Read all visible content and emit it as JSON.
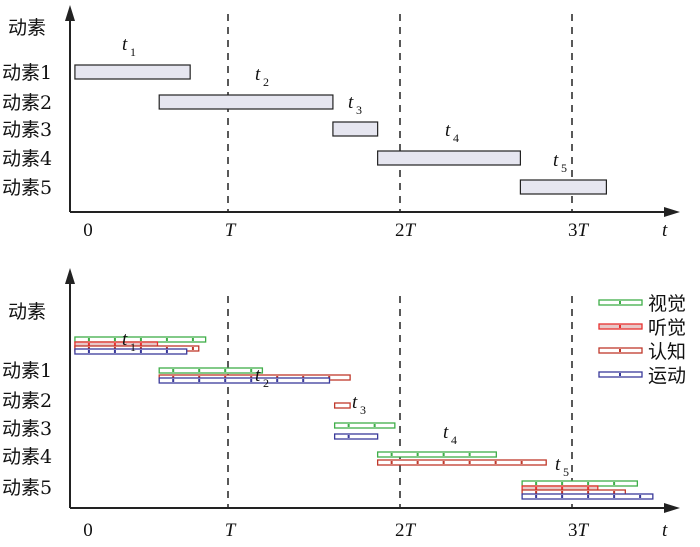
{
  "y_label": "动素",
  "x_label": "t",
  "ticks": [
    "0",
    "T",
    "2T",
    "3T"
  ],
  "tick_values": [
    0,
    1,
    2,
    3
  ],
  "rows": [
    "动素1",
    "动素2",
    "动素3",
    "动素4",
    "动素5"
  ],
  "durations": [
    {
      "base": "t",
      "sub": "1"
    },
    {
      "base": "t",
      "sub": "2"
    },
    {
      "base": "t",
      "sub": "3"
    },
    {
      "base": "t",
      "sub": "4"
    },
    {
      "base": "t",
      "sub": "5"
    }
  ],
  "legend": [
    {
      "label": "视觉",
      "color": "#3fae49"
    },
    {
      "label": "听觉",
      "color": "#e8312f"
    },
    {
      "label": "认知",
      "color": "#c0392b"
    },
    {
      "label": "运动",
      "color": "#3a3a9a"
    }
  ],
  "top_chart": {
    "bar_color": "#e6e6f0",
    "bars": [
      [
        0.11,
        0.78
      ],
      [
        0.6,
        1.61
      ],
      [
        1.61,
        1.87
      ],
      [
        1.87,
        2.7
      ],
      [
        2.7,
        3.2
      ]
    ]
  },
  "bottom_chart": {
    "bars": [
      [
        {
          "ch": 0,
          "t": [
            0.11,
            0.87
          ]
        },
        {
          "ch": 1,
          "t": [
            0.11,
            0.59
          ]
        },
        {
          "ch": 2,
          "t": [
            0.11,
            0.83
          ]
        },
        {
          "ch": 3,
          "t": [
            0.11,
            0.76
          ]
        }
      ],
      [
        {
          "ch": 0,
          "t": [
            0.6,
            1.2
          ]
        },
        {
          "ch": 2,
          "t": [
            0.6,
            1.71
          ]
        },
        {
          "ch": 3,
          "t": [
            0.6,
            1.59
          ]
        }
      ],
      [
        {
          "ch": 2,
          "t": [
            1.62,
            1.71
          ]
        },
        {
          "ch": 0,
          "t": [
            1.62,
            1.97
          ]
        },
        {
          "ch": 3,
          "t": [
            1.62,
            1.87
          ]
        }
      ],
      [
        {
          "ch": 0,
          "t": [
            1.87,
            2.56
          ]
        },
        {
          "ch": 2,
          "t": [
            1.87,
            2.85
          ]
        }
      ],
      [
        {
          "ch": 0,
          "t": [
            2.71,
            3.38
          ]
        },
        {
          "ch": 1,
          "t": [
            2.71,
            3.15
          ]
        },
        {
          "ch": 2,
          "t": [
            2.71,
            3.31
          ]
        },
        {
          "ch": 3,
          "t": [
            2.71,
            3.47
          ]
        }
      ]
    ]
  }
}
